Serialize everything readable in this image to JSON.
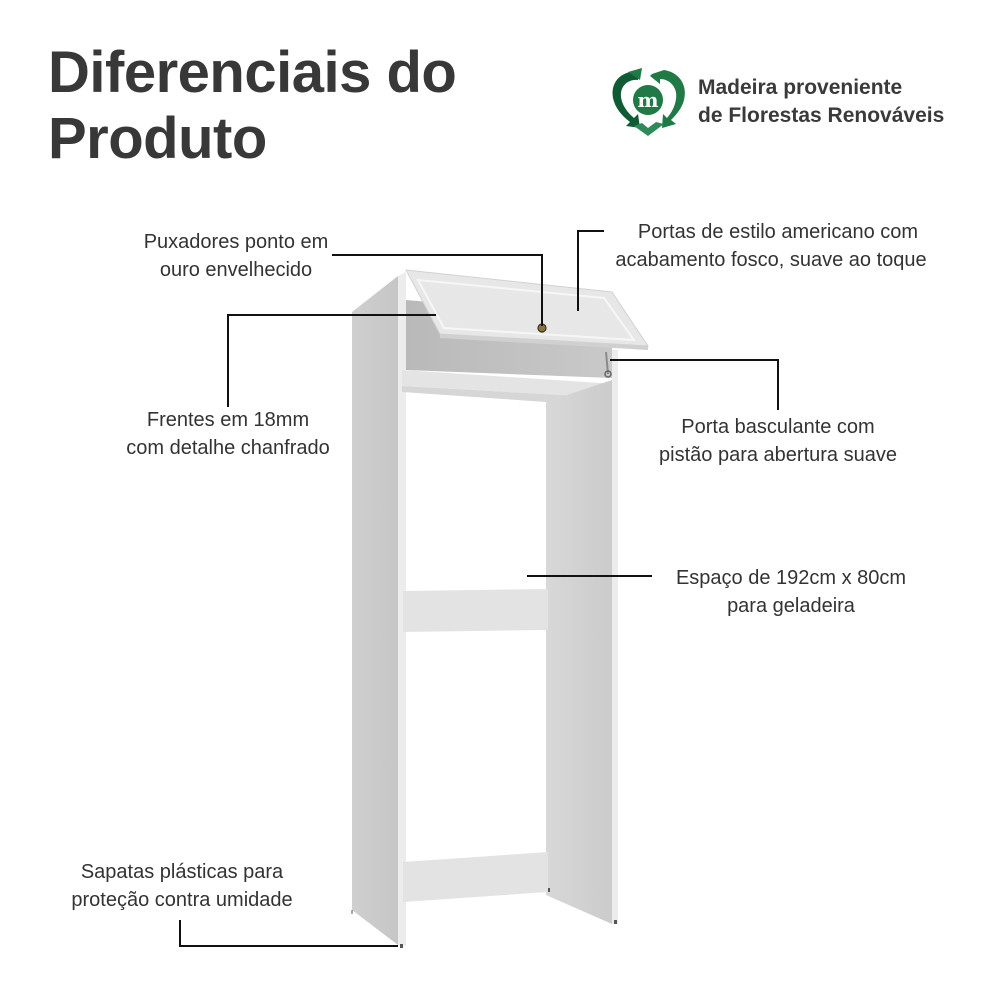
{
  "header": {
    "title_line1": "Diferenciais do",
    "title_line2": "Produto"
  },
  "badge": {
    "icon": "recycle-heart-m-icon",
    "icon_letter": "m",
    "line1": "Madeira proveniente",
    "line2": "de Florestas Renováveis",
    "colors": {
      "dark_green": "#0f5c34",
      "mid_green": "#1f7a45",
      "light_green": "#2e8b57"
    }
  },
  "callouts": [
    {
      "id": "handles",
      "line1": "Puxadores ponto em",
      "line2": "ouro envelhecido"
    },
    {
      "id": "doors",
      "line1": "Portas de estilo americano com",
      "line2": "acabamento fosco, suave ao toque"
    },
    {
      "id": "fronts",
      "line1": "Frentes em 18mm",
      "line2": "com detalhe chanfrado"
    },
    {
      "id": "hinge",
      "line1": "Porta basculante com",
      "line2": "pistão para abertura suave"
    },
    {
      "id": "space",
      "line1": "Espaço de 192cm x 80cm",
      "line2": "para geladeira"
    },
    {
      "id": "feet",
      "line1": "Sapatas plásticas para",
      "line2": "proteção contra umidade"
    }
  ]
}
